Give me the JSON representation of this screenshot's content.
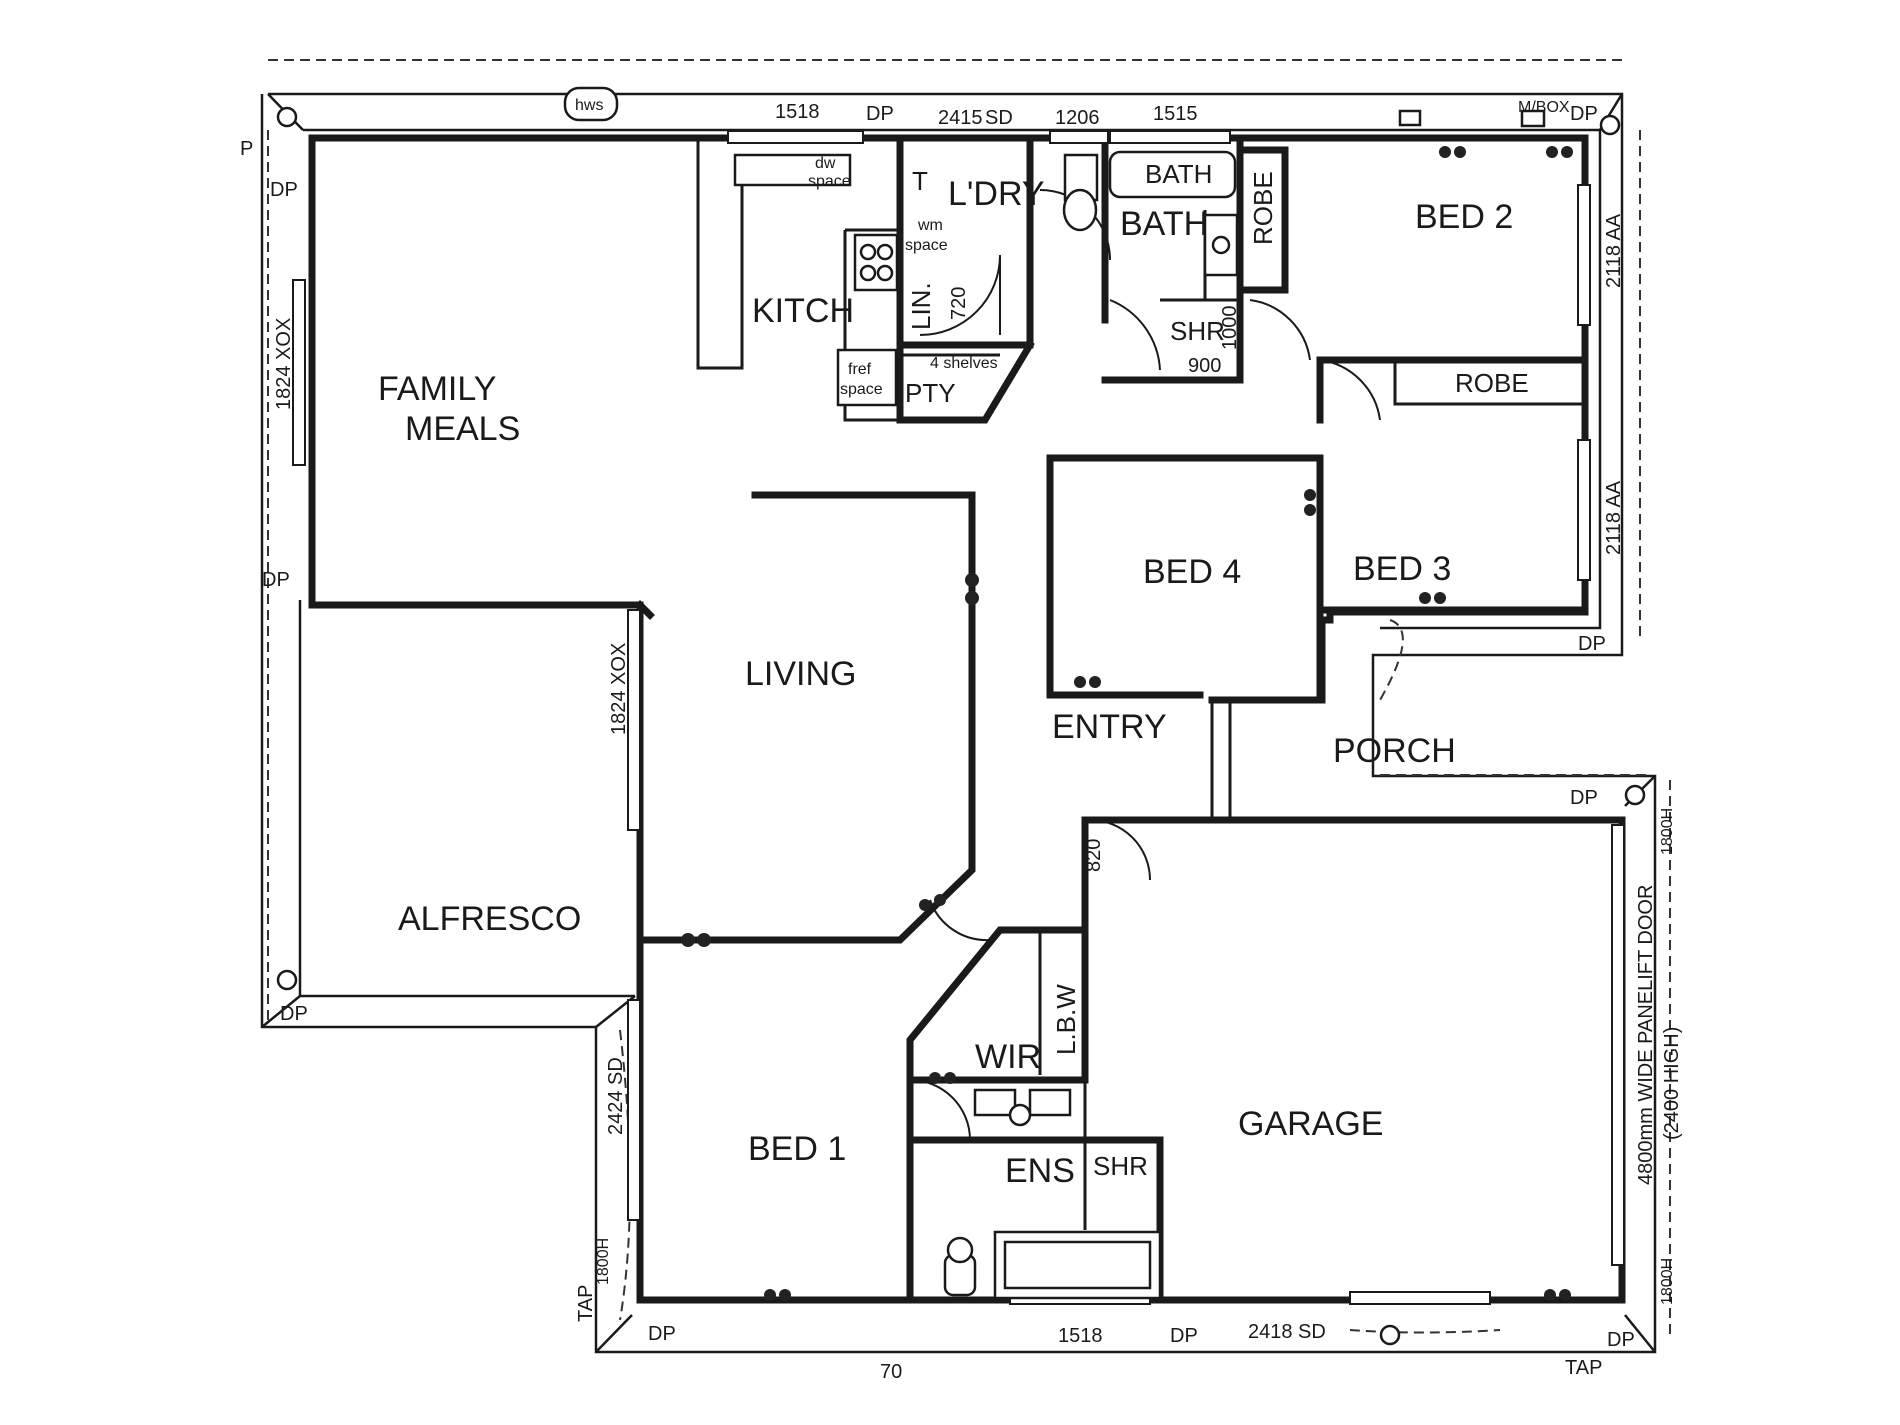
{
  "rooms": {
    "family_meals_line1": "FAMILY",
    "family_meals_line2": "MEALS",
    "kitchen": "KITCH",
    "laundry": "L'DRY",
    "bath_fixture": "BATH",
    "bath_room": "BATH",
    "robe_top": "ROBE",
    "bed2": "BED 2",
    "robe_mid": "ROBE",
    "bed4": "BED 4",
    "bed3": "BED 3",
    "living": "LIVING",
    "entry": "ENTRY",
    "porch": "PORCH",
    "alfresco": "ALFRESCO",
    "bed1": "BED 1",
    "wir": "WIR",
    "lbw": "L.B.W",
    "ens": "ENS",
    "ens_shr": "SHR",
    "bath_shr": "SHR",
    "garage": "GARAGE",
    "pantry": "PTY",
    "linen": "LIN."
  },
  "annotations": {
    "hws": "hws",
    "dw_space_1": "dw",
    "dw_space_2": "space",
    "wm_space_1": "wm",
    "wm_space_2": "space",
    "t_box": "T",
    "fridge_1": "fref",
    "fridge_2": "space",
    "shelves": "4 shelves",
    "mbox": "M/BOX",
    "garage_door": "4800mm WIDE PANELIFT DOOR",
    "garage_door_sub": "(2400 HIGH)"
  },
  "dimensions": {
    "top_1518": "1518",
    "top_2415": "2415",
    "top_sd": "SD",
    "top_1206": "1206",
    "top_1515": "1515",
    "right_2118_top": "2118 AA",
    "right_2118_bot": "2118 AA",
    "left_1824_top": "1824 XOX",
    "left_1824_mid": "1824 XOX",
    "lin_720": "720",
    "shr_1000": "1000",
    "shr_900": "900",
    "door_820": "820",
    "left_2424": "2424 SD",
    "left_1800h": "1800H",
    "bottom_1518": "1518",
    "bottom_2418": "2418 SD",
    "bottom_70": "70",
    "right_1800h_top": "1800H",
    "right_1800h_bot": "1800H"
  },
  "services": {
    "dp": "DP",
    "tap": "TAP",
    "p": "P"
  }
}
